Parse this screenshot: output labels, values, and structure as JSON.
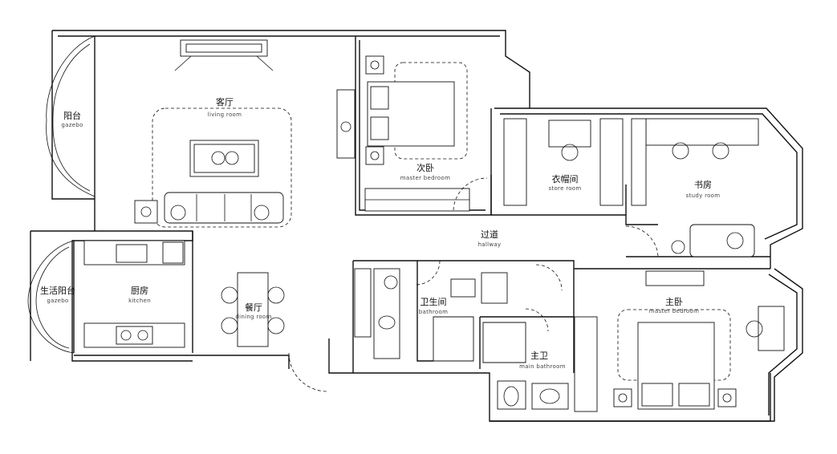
{
  "rooms": {
    "living": {
      "zh": "客厅",
      "en": "living room"
    },
    "bedroom2": {
      "zh": "次卧",
      "en": "master bedroom"
    },
    "cloakroom": {
      "zh": "衣帽间",
      "en": "store room"
    },
    "study": {
      "zh": "书房",
      "en": "study room"
    },
    "balcony": {
      "zh": "阳台",
      "en": "gazebo"
    },
    "utility": {
      "zh": "生活阳台",
      "en": "gazebo"
    },
    "kitchen": {
      "zh": "厨房",
      "en": "kitchen"
    },
    "dining": {
      "zh": "餐厅",
      "en": "dining room"
    },
    "hallway": {
      "zh": "过道",
      "en": "hallway"
    },
    "bathroom": {
      "zh": "卫生间",
      "en": "bathroom"
    },
    "mainbath": {
      "zh": "主卫",
      "en": "main bathroom"
    },
    "master": {
      "zh": "主卧",
      "en": "master bedroom"
    }
  }
}
